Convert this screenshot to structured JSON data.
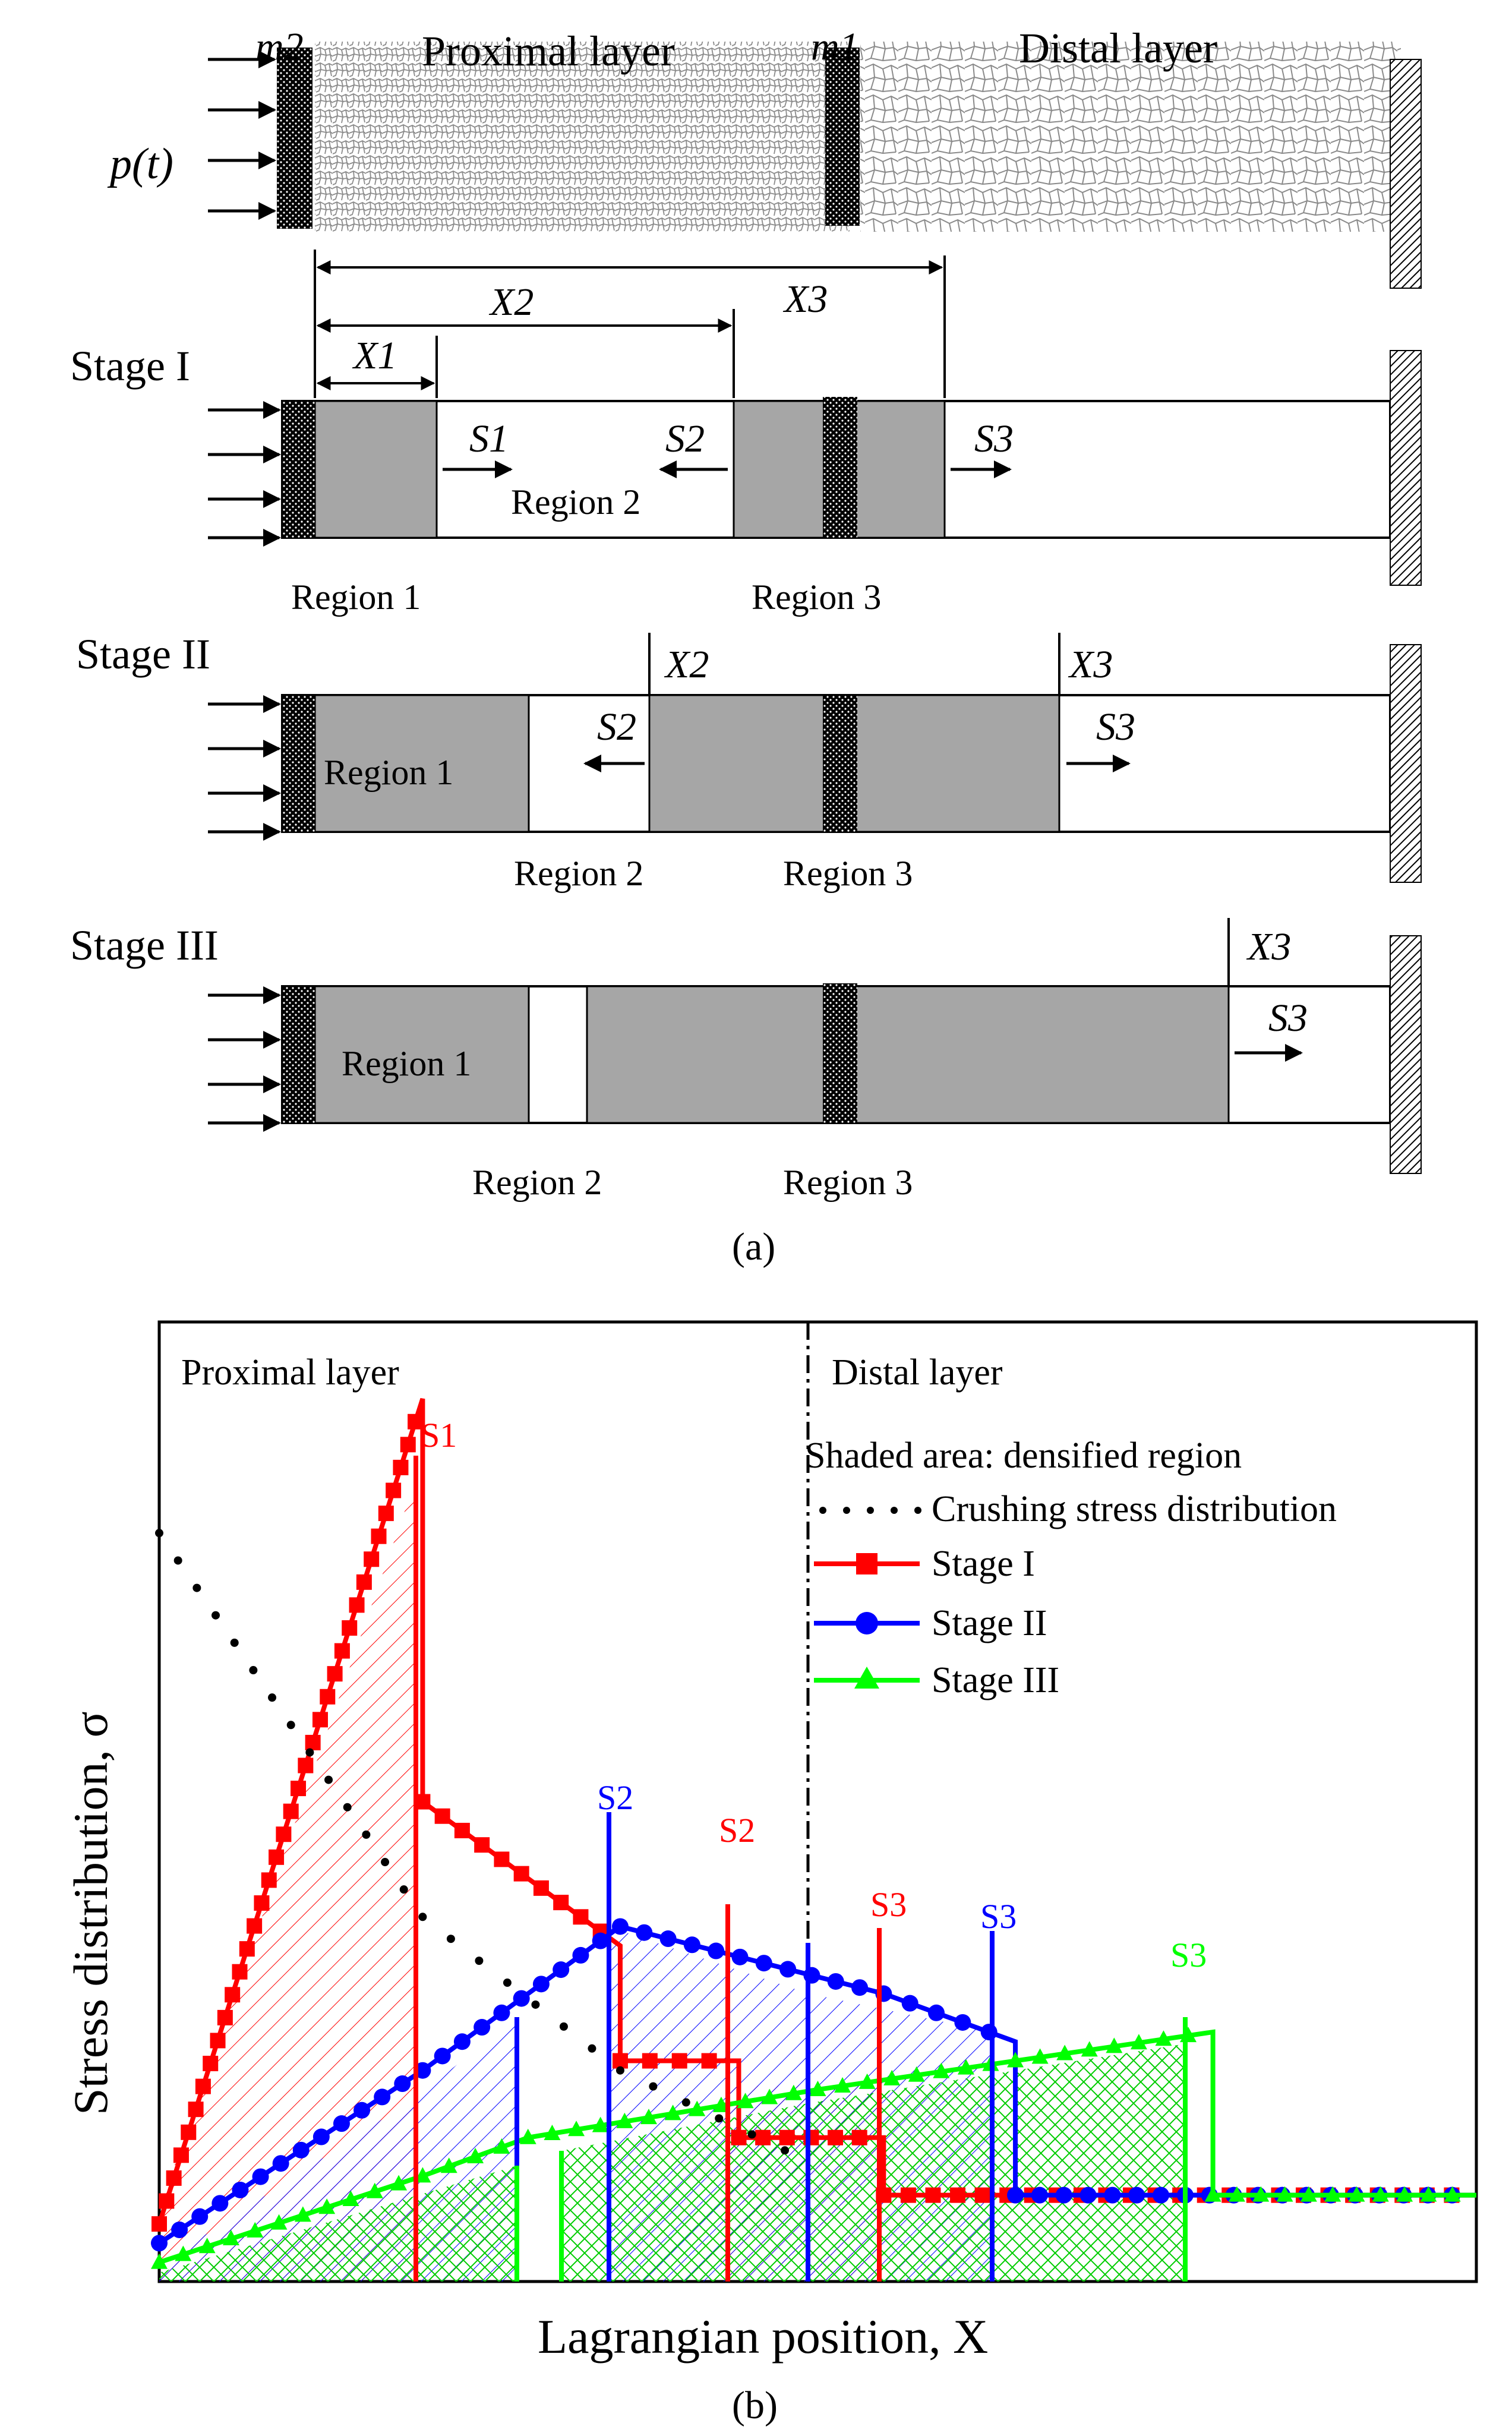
{
  "panel_a": {
    "caption": "(a)",
    "load_label": "p(t)",
    "labels": {
      "m2": "m2",
      "m1": "m1",
      "proximal": "Proximal layer",
      "distal": "Distal layer",
      "X1": "X1",
      "X2": "X2",
      "X3": "X3",
      "S1": "S1",
      "S2": "S2",
      "S3": "S3"
    },
    "stages": {
      "stage1": {
        "title": "Stage I",
        "region1": "Region 1",
        "region2": "Region 2",
        "region3": "Region 3"
      },
      "stage2": {
        "title": "Stage II",
        "region1": "Region 1",
        "region2": "Region 2",
        "region3": "Region 3"
      },
      "stage3": {
        "title": "Stage III",
        "region1": "Region 1",
        "region2": "Region 2",
        "region3": "Region 3"
      }
    }
  },
  "panel_b": {
    "caption": "(b)",
    "proximal": "Proximal layer",
    "distal": "Distal layer",
    "xlabel": "Lagrangian position, X",
    "ylabel": "Stress distribution, σ",
    "legend": {
      "shaded": "Shaded area: densified region",
      "crushing": "Crushing stress distribution",
      "stage1": "Stage I",
      "stage2": "Stage II",
      "stage3": "Stage III"
    },
    "markers": {
      "S1_red": "S1",
      "S2_blue": "S2",
      "S2_red": "S2",
      "S3_red": "S3",
      "S3_blue": "S3",
      "S3_green": "S3"
    },
    "colors": {
      "stage1": "#ff0000",
      "stage2": "#0000ff",
      "stage3": "#00ff00",
      "crushing": "#000000"
    }
  },
  "chart_data": {
    "type": "line",
    "xlim": [
      0,
      1
    ],
    "ylim": [
      0,
      1
    ],
    "layer_interface_x": 0.5,
    "series": [
      {
        "name": "Stage I",
        "color": "#ff0000",
        "x": [
          0.0,
          0.2,
          0.2,
          0.35,
          0.35,
          0.44,
          0.44,
          0.55,
          0.55,
          1.0
        ],
        "y": [
          0.06,
          0.92,
          0.5,
          0.35,
          0.23,
          0.23,
          0.15,
          0.15,
          0.09,
          0.09
        ]
      },
      {
        "name": "Stage II",
        "color": "#0000ff",
        "x": [
          0.0,
          0.2,
          0.35,
          0.35,
          0.55,
          0.65,
          0.65,
          1.0
        ],
        "y": [
          0.04,
          0.22,
          0.37,
          0.37,
          0.3,
          0.25,
          0.09,
          0.09
        ]
      },
      {
        "name": "Stage III",
        "color": "#00ff00",
        "x": [
          0.0,
          0.2,
          0.28,
          0.5,
          0.8,
          0.8,
          1.0
        ],
        "y": [
          0.02,
          0.11,
          0.15,
          0.2,
          0.26,
          0.09,
          0.09
        ]
      },
      {
        "name": "Crushing stress distribution",
        "color": "#000000",
        "x": [
          0.0,
          0.1,
          0.2,
          0.35,
          0.5
        ],
        "y": [
          0.78,
          0.58,
          0.38,
          0.22,
          0.12
        ]
      }
    ]
  }
}
